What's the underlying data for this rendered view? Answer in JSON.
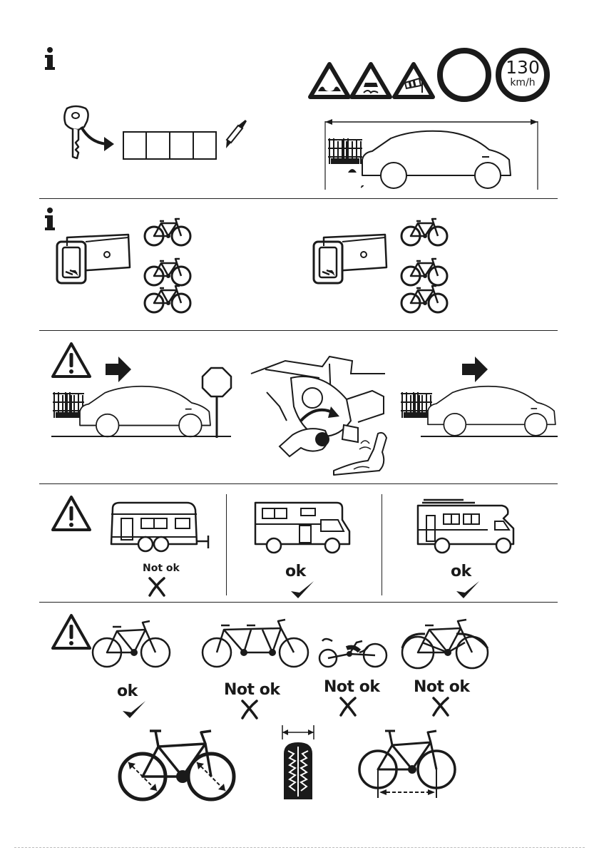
{
  "section1": {
    "speed_limit": {
      "value": "130",
      "unit": "km/h"
    }
  },
  "section4": {
    "trailer_label": "Not ok",
    "camper_truck_label": "ok",
    "motorhome_label": "ok"
  },
  "section5": {
    "standard_bike_label": "ok",
    "tandem_label": "Not ok",
    "recumbent_label": "Not ok",
    "fender_bike_label": "Not ok"
  },
  "colors": {
    "ink": "#1a1a1a",
    "rule": "#222222",
    "sign_border": "#1a1a1a"
  },
  "icons": [
    "info-icon",
    "warning-icon",
    "key-icon",
    "marker-icon",
    "road-bump-sign-icon",
    "slippery-road-sign-icon",
    "crosswind-sign-icon",
    "no-vehicles-sign-icon",
    "speed-limit-sign-icon",
    "car-with-bike-rack-icon",
    "hitch-receiver-icon",
    "bicycle-icon",
    "arrow-right-icon",
    "stop-sign-icon",
    "muscle-arm-icon",
    "trailer-icon",
    "camper-truck-icon",
    "motorhome-icon",
    "check-icon",
    "cross-icon",
    "tandem-bicycle-icon",
    "recumbent-bicycle-icon",
    "fender-bicycle-icon",
    "tire-tread-icon"
  ]
}
